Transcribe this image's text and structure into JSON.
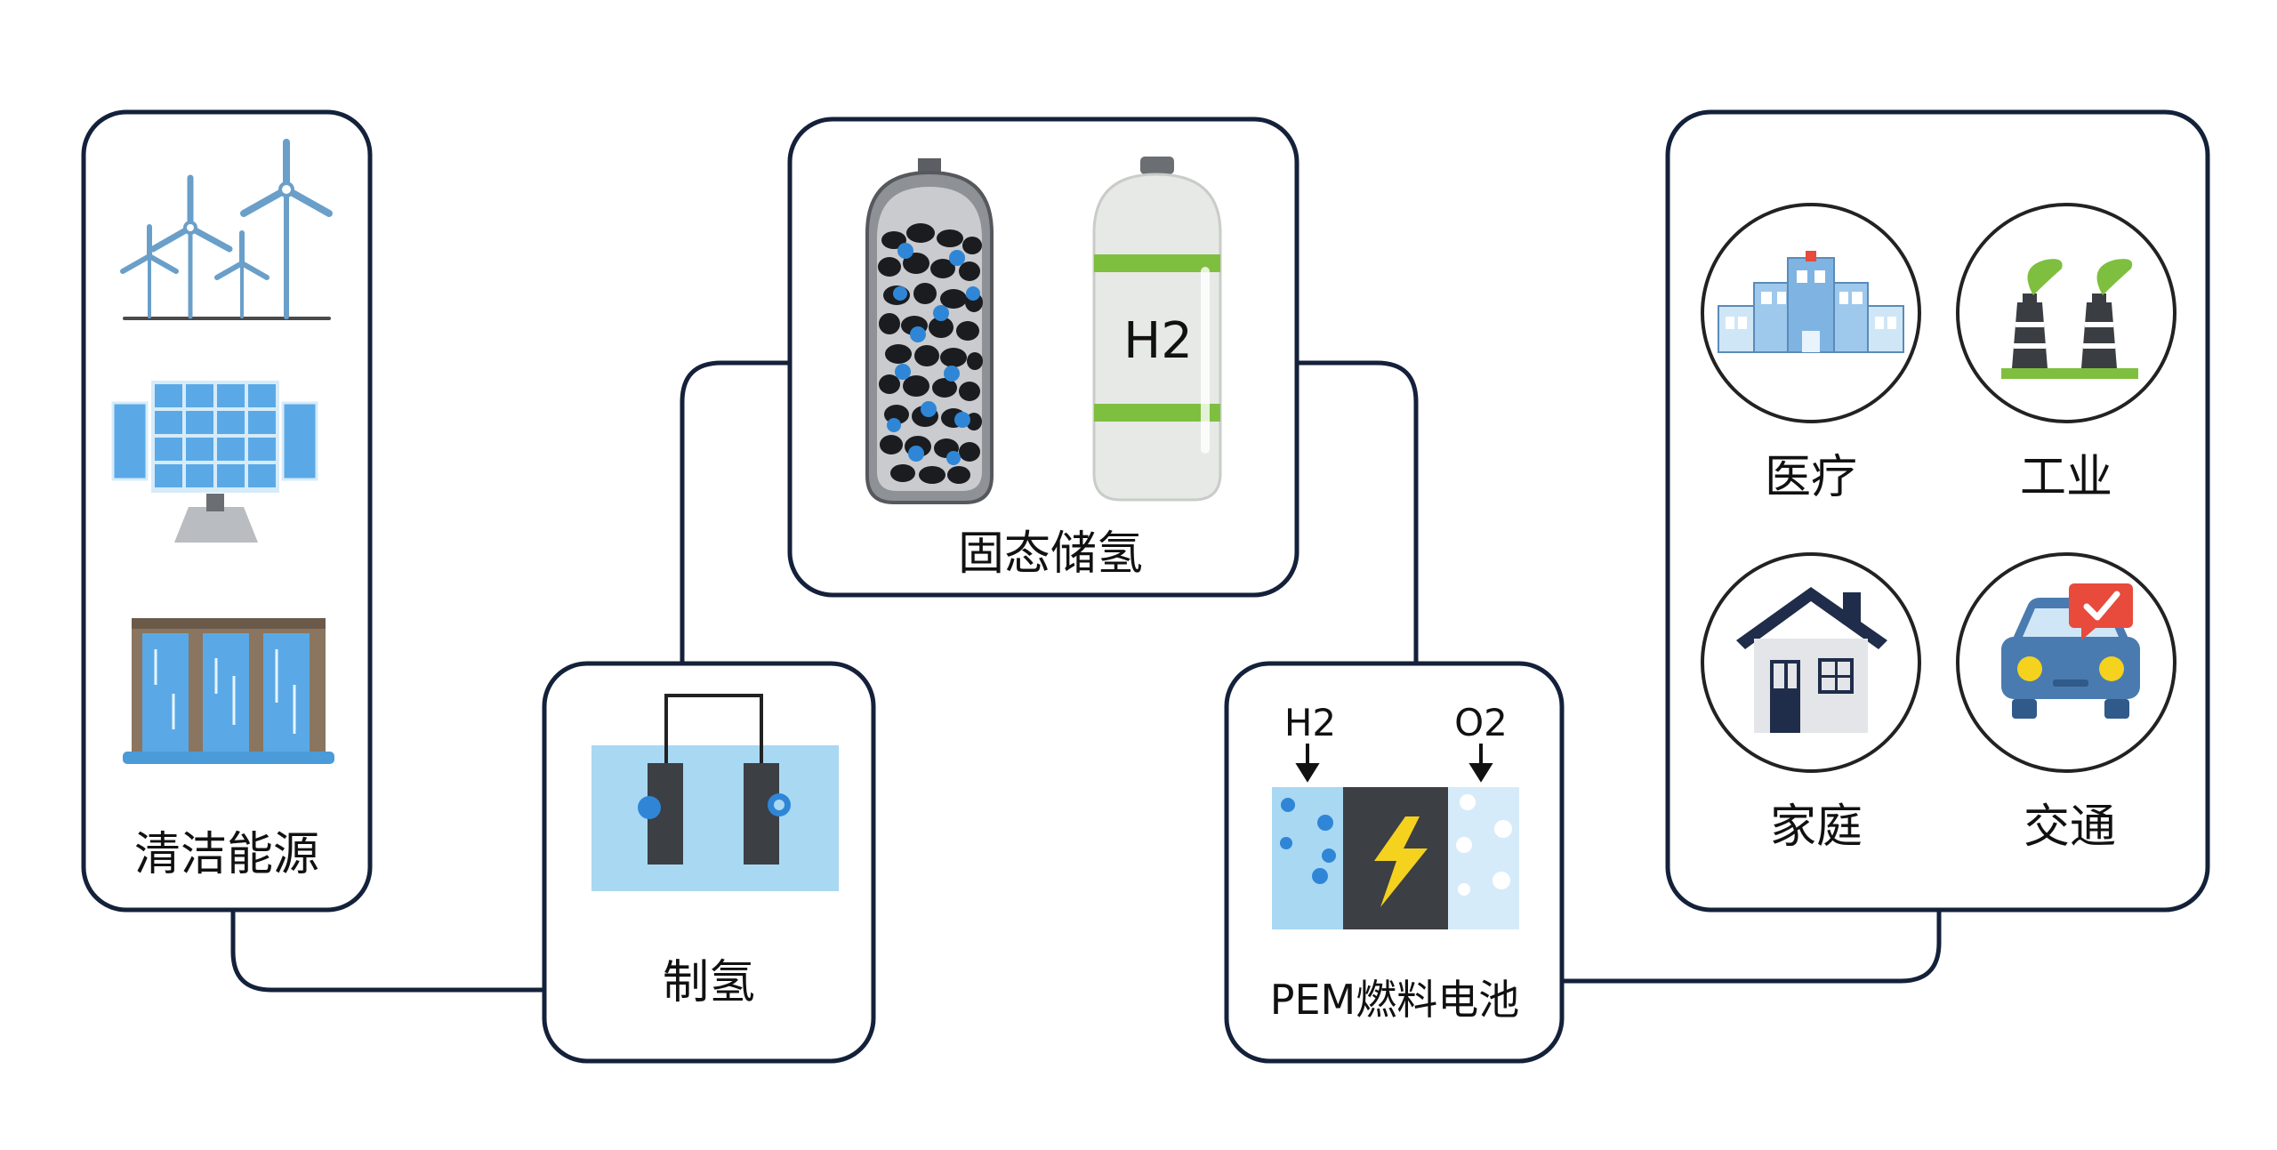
{
  "boxes": {
    "clean_energy": "清洁能源",
    "hydrogen_production": "制氢",
    "solid_storage": "固态储氢",
    "tank_label": "H2",
    "fuel_cell": "PEM燃料电池",
    "fuel_cell_inputs": [
      "H2",
      "O2"
    ]
  },
  "applications": [
    "医疗",
    "工业",
    "家庭",
    "交通"
  ],
  "colors": {
    "border": "#14213a",
    "water": "#a9d8f3",
    "panel": "#5aa9e6",
    "accent_green": "#7fbf3f",
    "electrode": "#3c3f44",
    "bolt": "#f4d21e",
    "dot_blue": "#2f86d6",
    "alert_red": "#e84a3c"
  }
}
